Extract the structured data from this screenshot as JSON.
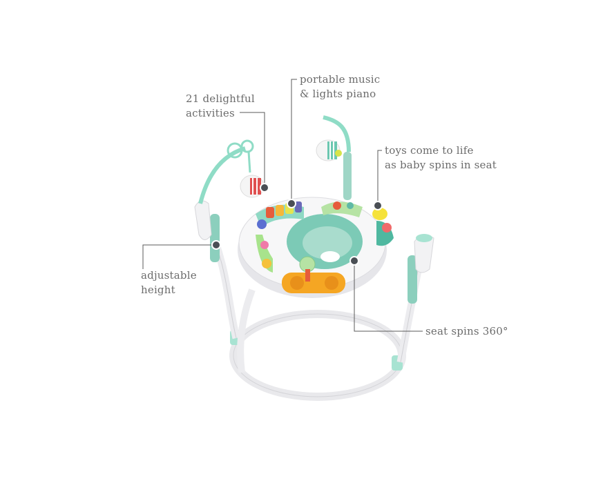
{
  "callouts": {
    "activities": {
      "line1": "21 delightful",
      "line2": "activities"
    },
    "piano": {
      "line1": "portable music",
      "line2": "& lights piano"
    },
    "toys": {
      "line1": "toys come to life",
      "line2": "as baby spins in seat"
    },
    "height": {
      "line1": "adjustable",
      "line2": "height"
    },
    "seat": {
      "line1": "seat spins 360°"
    }
  },
  "colors": {
    "leader": "#5a5a5a",
    "dot": "#4a4f55",
    "mint": "#8fd9c4",
    "teal": "#5fb9a6",
    "white": "#f4f4f4"
  }
}
